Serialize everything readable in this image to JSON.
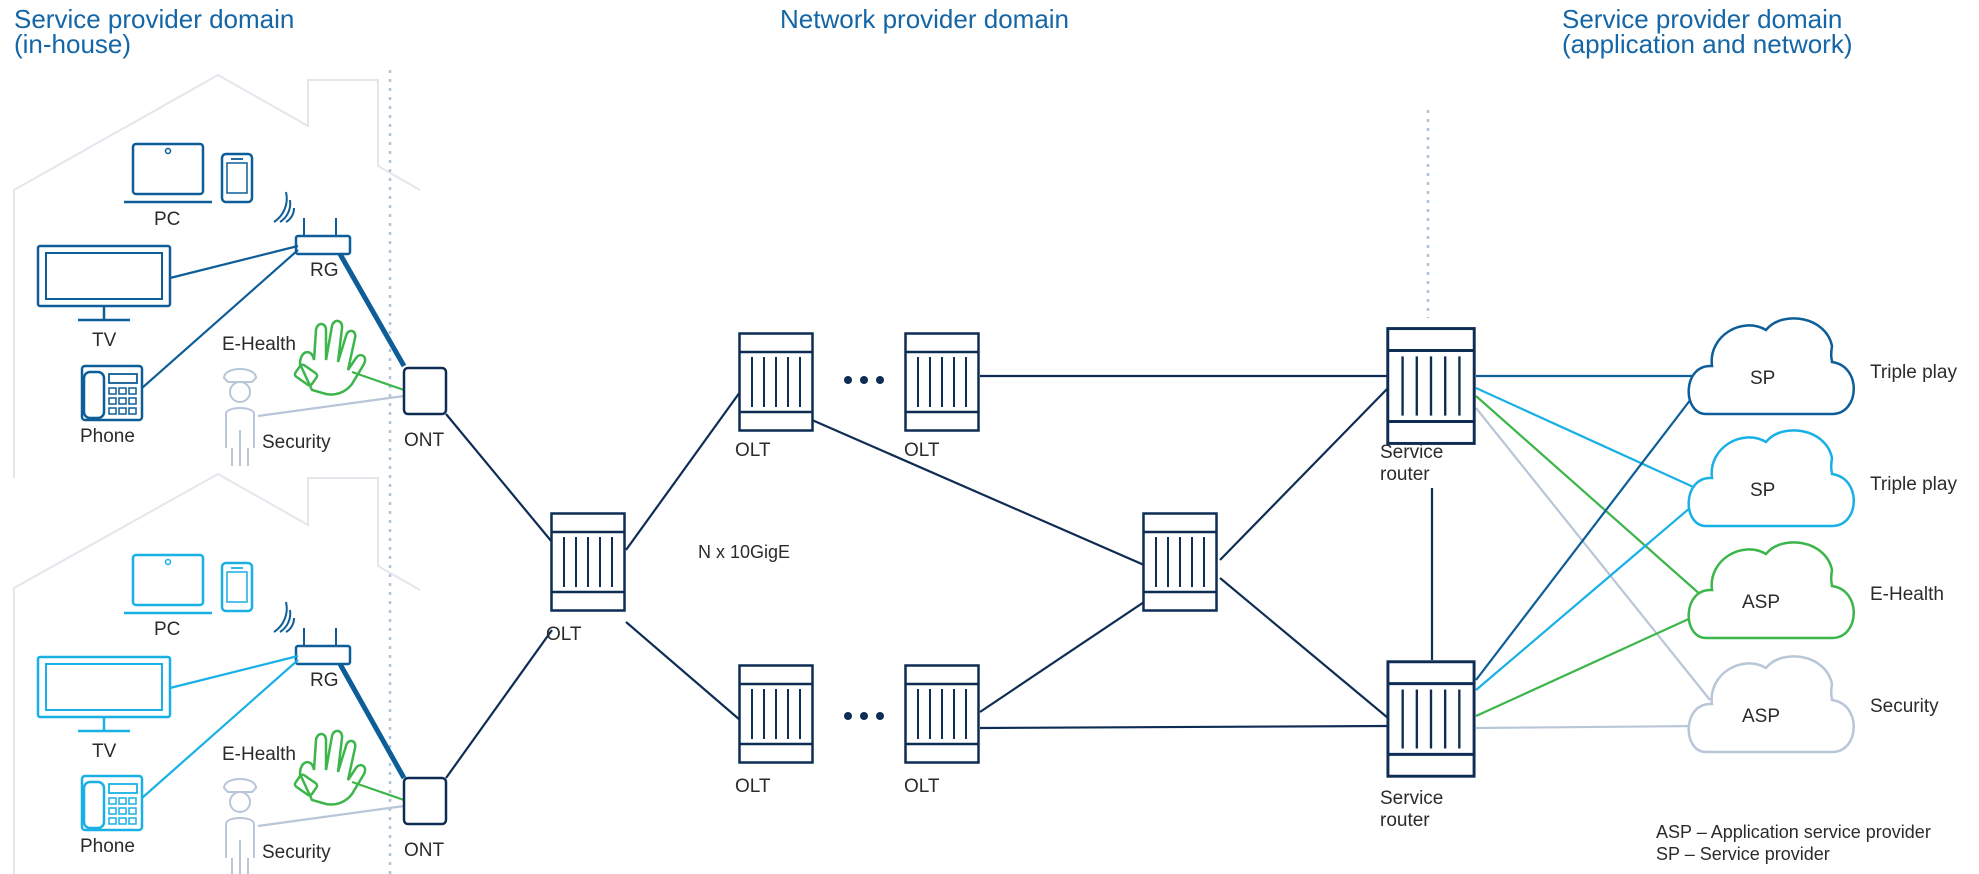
{
  "headers": {
    "left_line1": "Service provider domain",
    "left_line2": "(in-house)",
    "center": "Network provider domain",
    "right_line1": "Service provider domain",
    "right_line2": "(application and network)"
  },
  "home_top": {
    "pc": "PC",
    "rg": "RG",
    "tv": "TV",
    "phone": "Phone",
    "ehealth": "E-Health",
    "security": "Security",
    "ont": "ONT"
  },
  "home_bottom": {
    "pc": "PC",
    "rg": "RG",
    "tv": "TV",
    "phone": "Phone",
    "ehealth": "E-Health",
    "security": "Security",
    "ont": "ONT"
  },
  "network": {
    "olt_root": "OLT",
    "olt_top_a": "OLT",
    "olt_top_b": "OLT",
    "olt_bottom_a": "OLT",
    "olt_bottom_b": "OLT",
    "link_capacity": "N x 10GigE",
    "router_top_line1": "Service",
    "router_top_line2": "router",
    "router_bottom_line1": "Service",
    "router_bottom_line2": "router"
  },
  "providers": [
    {
      "cloud": "SP",
      "service": "Triple play",
      "color": "#0d5e98"
    },
    {
      "cloud": "SP",
      "service": "Triple play",
      "color": "#19b0e6"
    },
    {
      "cloud": "ASP",
      "service": "E-Health",
      "color": "#3cb54a"
    },
    {
      "cloud": "ASP",
      "service": "Security",
      "color": "#b8c6d8"
    }
  ],
  "legend": {
    "asp": "ASP – Application service provider",
    "sp": "SP – Service provider"
  },
  "colors": {
    "header_blue": "#1466a6",
    "navy_link": "#0f2d54",
    "dark_blue": "#0d5e98",
    "cyan": "#19b0e6",
    "green": "#3cb54a",
    "grey": "#b8c6d8",
    "house_outline": "#e3e7ec",
    "divider": "#aec3dc"
  }
}
